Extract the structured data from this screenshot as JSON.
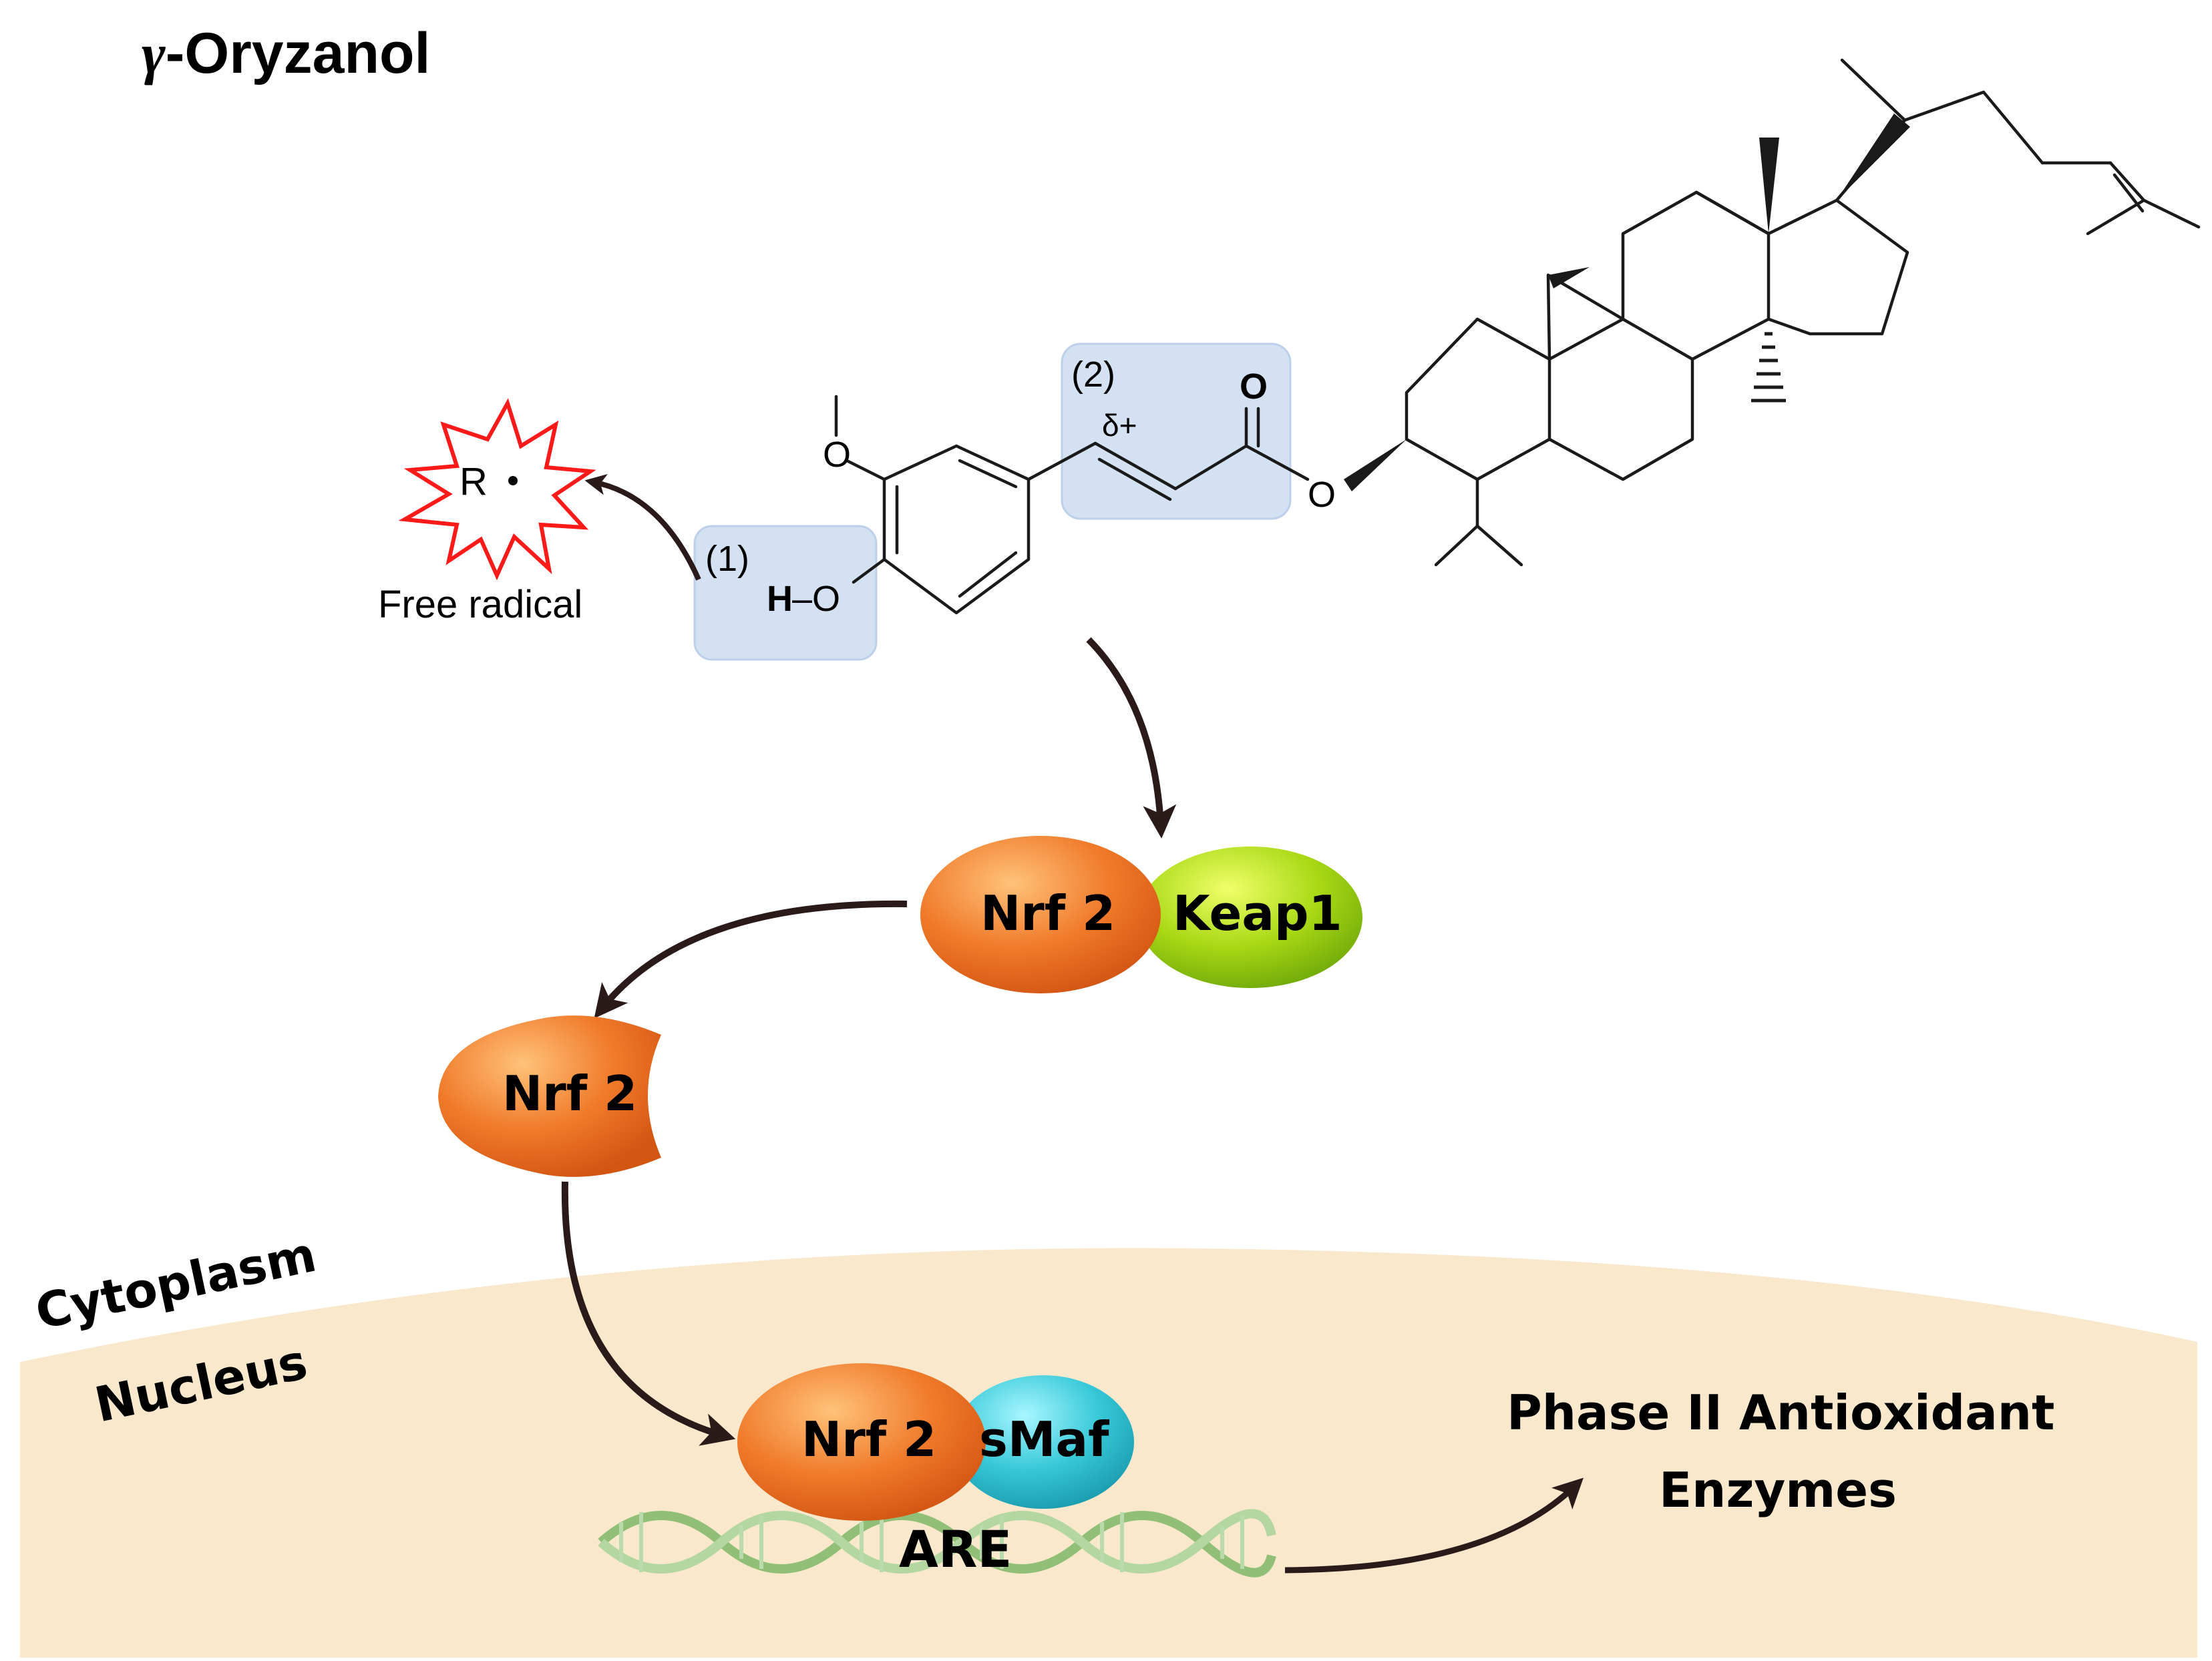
{
  "title": {
    "prefix": "γ",
    "name": "-Oryzanol"
  },
  "molecule": {
    "radical_symbol": "R",
    "radical_label": "Free radical",
    "site_1": "(1)",
    "site_2": "(2)",
    "h_atom": "H",
    "oh_oxygen": "–O",
    "methoxy_oxygen": "O",
    "delta_plus": "δ+",
    "carbonyl_oxygen": "O",
    "ester_oxygen": "O"
  },
  "proteins": {
    "nrf2_top": "Nrf 2",
    "keap1": "Keap1",
    "nrf2_free": "Nrf 2",
    "nrf2_nuclear": "Nrf 2",
    "smaf": "sMaf"
  },
  "compartments": {
    "cytoplasm": "Cytoplasm",
    "nucleus": "Nucleus"
  },
  "dna_label": "ARE",
  "outcome": {
    "line1": "Phase II Antioxidant",
    "line2": "Enzymes"
  },
  "colors": {
    "nrf2": "#f07a2a",
    "keap1": "#9acd10",
    "smaf": "#2ec6d6",
    "nucleus": "#f9e8cc",
    "highlight_box": "#d3e1f2",
    "radical_star": "#ff0000",
    "dna": "#7fb96a",
    "arrow": "#2a1a1a"
  }
}
